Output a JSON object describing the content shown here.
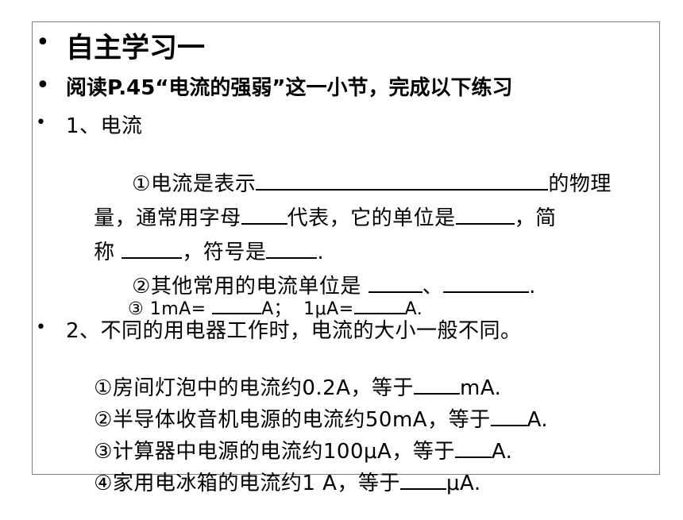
{
  "heading1": "自主学习一",
  "heading2": "阅读P.45“电流的强弱”这一小节，完成以下练习",
  "bullet_glyph": "•",
  "section1": {
    "label": "1、电流",
    "line1_start": "①电流是表示",
    "line1_end": "的物理",
    "line2_a": "量，通常用字母",
    "line2_b": "代表，它的单位是",
    "line2_c": "，简",
    "line3_a": "称 ",
    "line3_b": "，符号是",
    "line3_c": ".",
    "line4_a": "②其他常用的电流单位是 ",
    "line4_b": "、",
    "line4_c": ".",
    "line5_a": "③ 1mA= ",
    "line5_b": "A；  1μA=",
    "line5_c": "A."
  },
  "section2": {
    "label": "2、不同的用电器工作时，电流的大小一般不同。",
    "item1_a": "①房间灯泡中的电流约0.2A，等于",
    "item1_b": "mA.",
    "item2_a": "②半导体收音机电源的电流约50mA，等于",
    "item2_b": "A.",
    "item3_a": "③计算器中电源的电流约100μA，等于",
    "item3_b": "A.",
    "item4_a": "④家用电冰箱的电流约1 A，等于",
    "item4_b": "μA."
  }
}
